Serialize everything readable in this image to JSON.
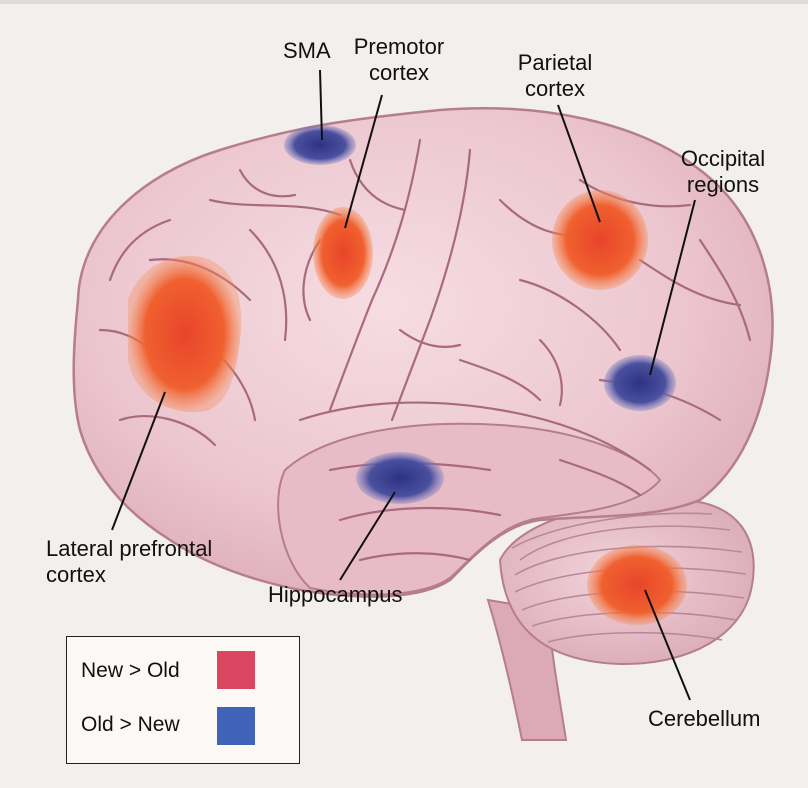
{
  "labels": {
    "sma": "SMA",
    "premotor_1": "Premotor",
    "premotor_2": "cortex",
    "parietal_1": "Parietal",
    "parietal_2": "cortex",
    "occipital_1": "Occipital",
    "occipital_2": "regions",
    "prefrontal_1": "Lateral prefrontal",
    "prefrontal_2": "cortex",
    "hippocampus": "Hippocampus",
    "cerebellum": "Cerebellum"
  },
  "legend": {
    "new_old": "New > Old",
    "old_new": "Old > New",
    "new_old_color": "#d8475f",
    "old_new_color": "#3f63b6"
  },
  "colors": {
    "activation_red": "#f0502a",
    "activation_blue": "#3a3f8e",
    "brain": "#ecc6cf"
  }
}
